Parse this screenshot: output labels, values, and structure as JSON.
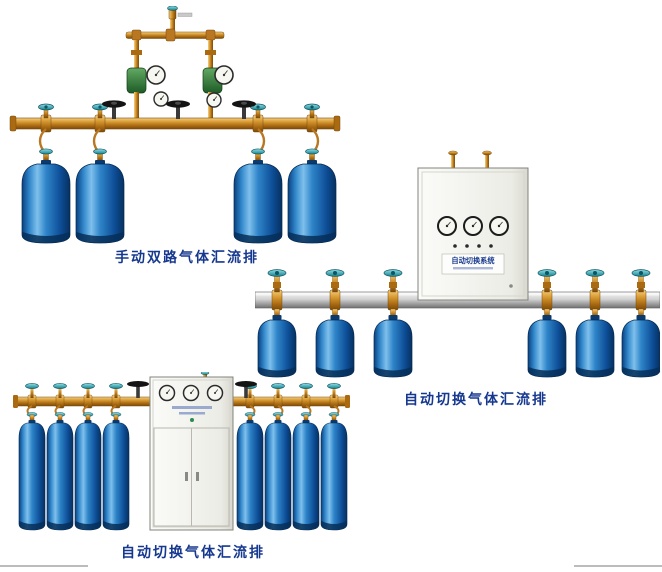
{
  "page": {
    "background": "#ffffff"
  },
  "colors": {
    "caption_text": "#16388e",
    "cylinder_blue": "#1e6fbe",
    "brass": "#c8832a",
    "valve_teal": "#2aa8b8",
    "regulator_green": "#2e7d32",
    "cabinet_body": "#f0f0ec",
    "rail_silver": "#c9c9c9"
  },
  "products": {
    "manual_dual": {
      "caption": "手动双路气体汇流排",
      "cylinders": 4,
      "regulators": 2,
      "gauges": 4
    },
    "auto_right": {
      "caption": "自动切换气体汇流排",
      "cabinet_title": "自动切换系统",
      "bottles": 6,
      "cabinet_gauges": 3
    },
    "auto_bottom": {
      "caption": "自动切换气体汇流排",
      "cylinders": 8,
      "cabinet_gauges": 3
    }
  }
}
